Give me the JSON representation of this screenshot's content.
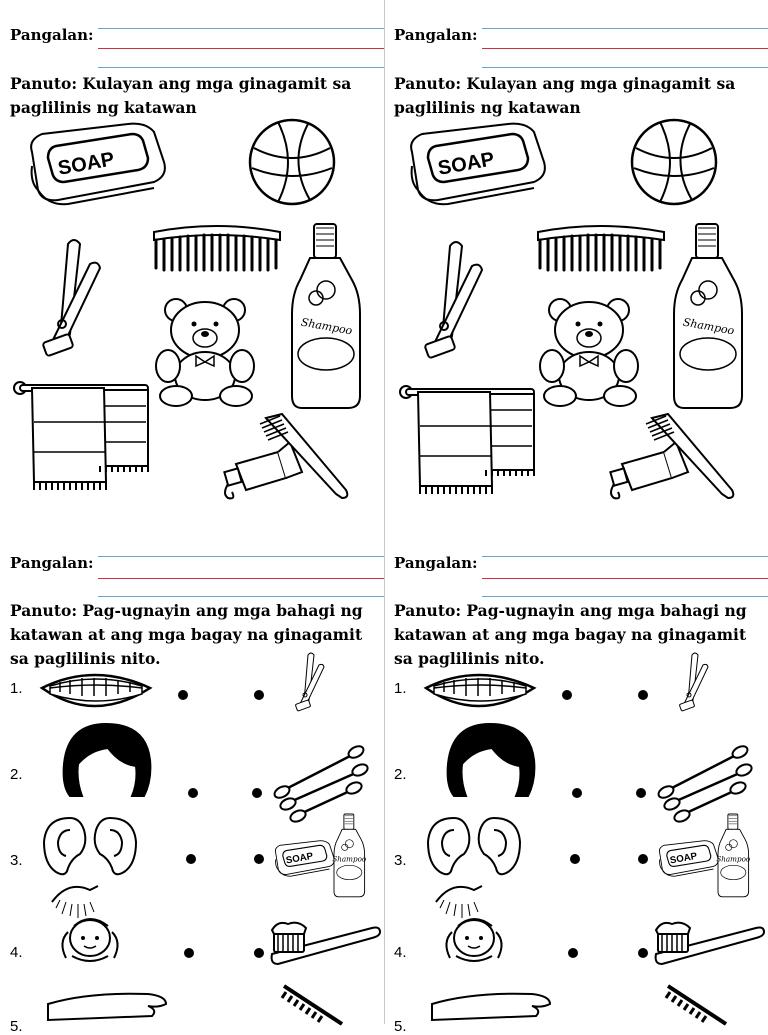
{
  "worksheet_1": {
    "name_label": "Pangalan:",
    "instruction": "Panuto: Kulayan ang mga ginagamit sa paglilinis ng katawan",
    "soap_text": "SOAP",
    "shampoo_text": "Shampoo"
  },
  "worksheet_2": {
    "name_label": "Pangalan:",
    "instruction": "Panuto: Pag-ugnayin ang mga bahagi ng katawan at ang mga bagay na ginagamit sa paglilinis nito.",
    "items": [
      "1.",
      "2.",
      "3.",
      "4.",
      "5."
    ],
    "soap_text": "SOAP",
    "shampoo_text": "Shampoo"
  },
  "colors": {
    "blue_line": "#6aa4d3",
    "red_line": "#d0303a",
    "ink": "#000000"
  }
}
